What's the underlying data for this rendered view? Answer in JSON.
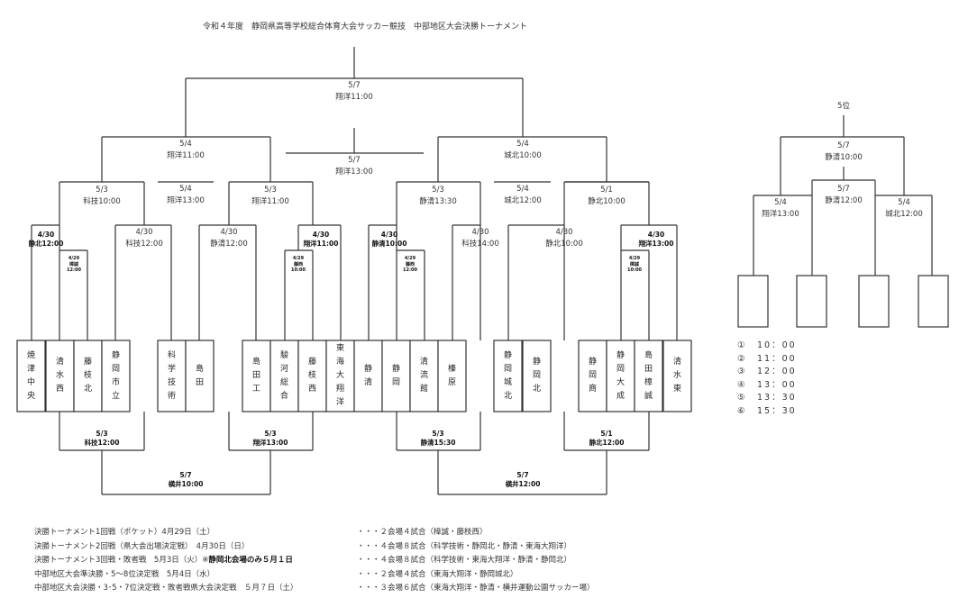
{
  "title": "令和４年度　静岡県高等学校総合体育大会サッカー競技　中部地区大会決勝トーナメント",
  "labels": {
    "final": [
      "5/7",
      "翔洋11:00"
    ],
    "left_semi": [
      "5/4",
      "翔洋11:00"
    ],
    "right_semi": [
      "5/4",
      "城北10:00"
    ],
    "third_place": [
      "5/7",
      "翔洋13:00"
    ],
    "loser_left": [
      "5/4",
      "翔洋13:00"
    ],
    "loser_right": [
      "5/4",
      "城北12:00"
    ],
    "qf1": [
      "5/3",
      "科技10:00"
    ],
    "qf2": [
      "5/3",
      "翔洋11:00"
    ],
    "qf3": [
      "5/3",
      "静清13:30"
    ],
    "qf4": [
      "5/1",
      "静北10:00"
    ],
    "r2_a": [
      "4/30",
      "静北12:00"
    ],
    "r2_b": [
      "4/30",
      "科技12:00"
    ],
    "r2_c": [
      "4/30",
      "静清12:00"
    ],
    "r2_d": [
      "4/30",
      "翔洋11:00"
    ],
    "r2_e": [
      "4/30",
      "静清10:00"
    ],
    "r2_f": [
      "4/30",
      "科技14:00"
    ],
    "r2_g": [
      "4/30",
      "静北10:00"
    ],
    "r2_h": [
      "4/30",
      "翔洋13:00"
    ],
    "r1_a": [
      "4/29",
      "樟誠",
      "12:00"
    ],
    "r1_b": [
      "4/29",
      "藤西",
      "10:00"
    ],
    "r1_c": [
      "4/29",
      "藤西",
      "12:00"
    ],
    "r1_d": [
      "4/29",
      "樟誠",
      "10:00"
    ],
    "c_a": [
      "5/3",
      "科技12:00"
    ],
    "c_b": [
      "5/3",
      "翔洋13:00"
    ],
    "c_c": [
      "5/3",
      "静清15:30"
    ],
    "c_d": [
      "5/1",
      "静北12:00"
    ],
    "c_e": [
      "5/7",
      "横井10:00"
    ],
    "c_f": [
      "5/7",
      "横井12:00"
    ]
  },
  "teams": [
    [
      "焼",
      "津",
      "中",
      "央"
    ],
    [
      "清",
      "水",
      "西"
    ],
    [
      "藤",
      "枝",
      "北"
    ],
    [
      "静",
      "岡",
      "市",
      "立"
    ],
    [
      "科",
      "学",
      "技",
      "術"
    ],
    [
      "島",
      "田"
    ],
    [
      "島",
      "田",
      "工"
    ],
    [
      "駿",
      "河",
      "総",
      "合"
    ],
    [
      "藤",
      "枝",
      "西"
    ],
    [
      "東",
      "海",
      "大",
      "翔",
      "洋"
    ],
    [
      "静",
      "清"
    ],
    [
      "静",
      "岡"
    ],
    [
      "清",
      "流",
      "館"
    ],
    [
      "榛",
      "原"
    ],
    [
      "静",
      "岡",
      "城",
      "北"
    ],
    [
      "静",
      "岡",
      "北"
    ],
    [
      "静",
      "岡",
      "商"
    ],
    [
      "静",
      "岡",
      "大",
      "成"
    ],
    [
      "島",
      "田",
      "樟",
      "誠"
    ],
    [
      "清",
      "水",
      "東"
    ]
  ],
  "fifth": {
    "title": "5位",
    "top": [
      "5/7",
      "静清10:00"
    ],
    "mid": [
      "5/7",
      "静清12:00"
    ],
    "left": [
      "5/4",
      "翔洋13:00"
    ],
    "right": [
      "5/4",
      "城北12:00"
    ]
  },
  "times": [
    "①　10：00",
    "②　11：00",
    "③　12：00",
    "④　13：00",
    "⑤　13：30",
    "⑥　15：30"
  ],
  "notes": [
    {
      "left": "決勝トーナメント1回戦（ポケット）4月29日（土）",
      "right": "・・・２会場４試合（樟誠・藤枝西）"
    },
    {
      "left": "決勝トーナメント2回戦（県大会出場決定戦）　4月30日（日）",
      "right": "・・・４会場８試合（科学技術・静岡北・静清・東海大翔洋）"
    },
    {
      "left": "決勝トーナメント3回戦・敗者戦　5月3日（火）※",
      "left_em": "静岡北会場のみ５月１日",
      "right": "・・・４会場８試合（科学技術・東海大翔洋・静清・静岡北）"
    },
    {
      "left": "中部地区大会準決勝・5～8位決定戦　5月4日（水）",
      "right": "・・・２会場４試合（東海大翔洋・静岡城北）"
    },
    {
      "left": "中部地区大会決勝・3･5・7位決定戦・敗者戦県大会決定戦　５月７日（土）",
      "right": "・・・３会場６試合（東海大翔洋・静清・横井運動公園サッカー場）"
    }
  ]
}
